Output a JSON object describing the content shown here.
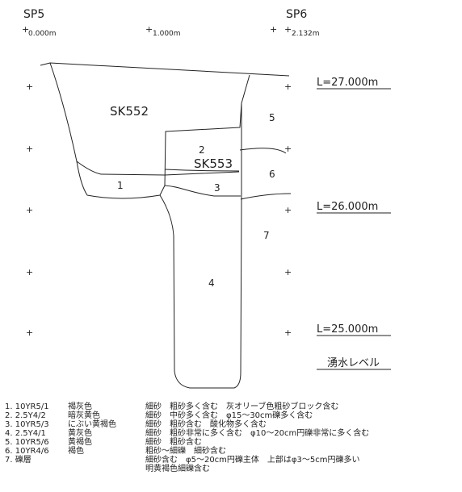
{
  "survey_points": [
    {
      "name": "SP5",
      "distance": "0.000m"
    },
    {
      "distance": "1.000m"
    },
    {
      "name": "SP6",
      "distance": "2.132m"
    }
  ],
  "features": {
    "sk552": "SK552",
    "sk553": "SK553"
  },
  "layer_numbers": [
    "1",
    "2",
    "3",
    "4",
    "5",
    "6",
    "7"
  ],
  "levels": [
    {
      "label": "L=27.000m"
    },
    {
      "label": "L=26.000m"
    },
    {
      "label": "L=25.000m"
    }
  ],
  "water_level_label": "湧水レベル",
  "legend": [
    {
      "code": "1. 10YR5/1",
      "color_name": "褐灰色",
      "description": "細砂　粗砂多く含む　灰オリーブ色粗砂ブロック含む"
    },
    {
      "code": "2. 2.5Y4/2",
      "color_name": "暗灰黄色",
      "description": "細砂　中砂多く含む　φ15～30cm礫多く含む"
    },
    {
      "code": "3. 10YR5/3",
      "color_name": "にぶい黄褐色",
      "description": "細砂　粗砂含む　酸化物多く含む"
    },
    {
      "code": "4. 2.5Y4/1",
      "color_name": "黄灰色",
      "description": "細砂　粗砂非常に多く含む　φ10～20cm円礫非常に多く含む"
    },
    {
      "code": "5. 10YR5/6",
      "color_name": "黄褐色",
      "description": "細砂　粗砂含む"
    },
    {
      "code": "6. 10YR4/6",
      "color_name": "褐色",
      "description": "粗砂～細礫　細砂含む"
    },
    {
      "code": "7. 礫層",
      "color_name": "",
      "description": "細砂含む　φ5～20cm円礫主体　上部はφ3～5cm円礫多い"
    },
    {
      "code": "",
      "color_name": "",
      "description": "明黄褐色細礫含む"
    }
  ]
}
